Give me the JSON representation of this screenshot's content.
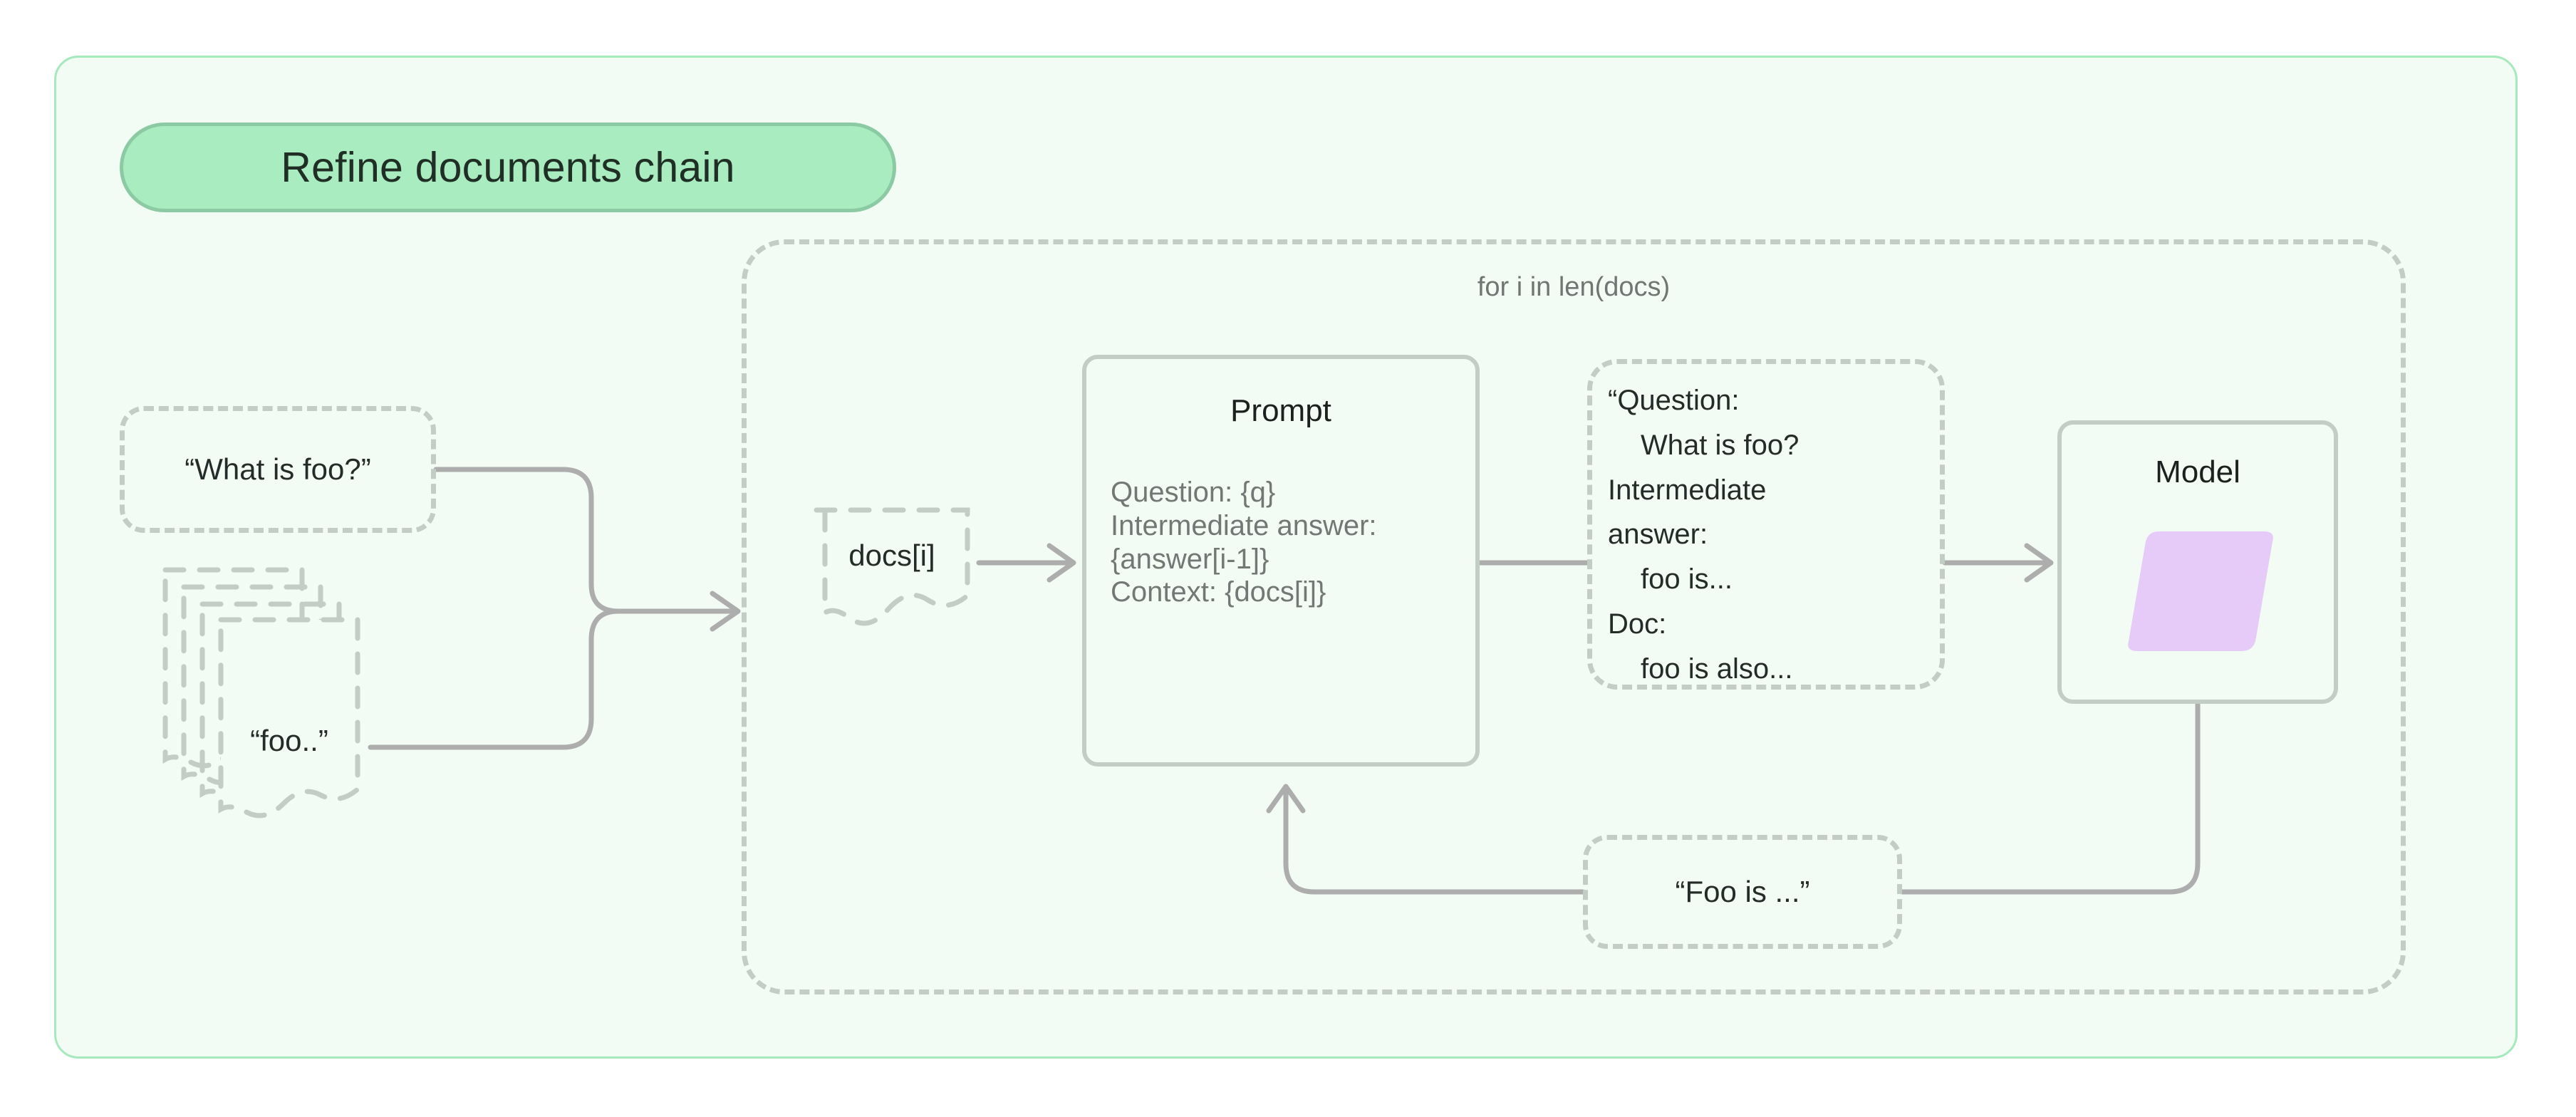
{
  "diagram": {
    "title": "Refine documents chain",
    "background_color": "#f2fbf4",
    "border_color": "#a5e9bc",
    "badge_color": "#a8ecc0",
    "wire_color": "#adadad",
    "dash_color": "#c2cdc6",
    "model_shape_color": "#e6caf7"
  },
  "loop": {
    "label": "for i in len(docs)"
  },
  "nodes": {
    "question": {
      "label": "“What is foo?”"
    },
    "docs_stack": {
      "label": "“foo..”",
      "count": 4
    },
    "docs_i": {
      "label": "docs[i]"
    },
    "prompt": {
      "title": "Prompt",
      "lines": [
        "Question: {q}",
        "Intermediate answer:",
        "{answer[i-1]}",
        "Context: {docs[i]}"
      ]
    },
    "content": {
      "lines": [
        {
          "text": "“Question:",
          "indent": false
        },
        {
          "text": "What is foo?",
          "indent": true
        },
        {
          "text": "Intermediate",
          "indent": false
        },
        {
          "text": "answer:",
          "indent": false
        },
        {
          "text": "foo is...",
          "indent": true
        },
        {
          "text": "Doc:",
          "indent": false
        },
        {
          "text": "foo is also...",
          "indent": true
        }
      ]
    },
    "model": {
      "title": "Model"
    },
    "answer": {
      "label": "“Foo is ...”"
    }
  }
}
